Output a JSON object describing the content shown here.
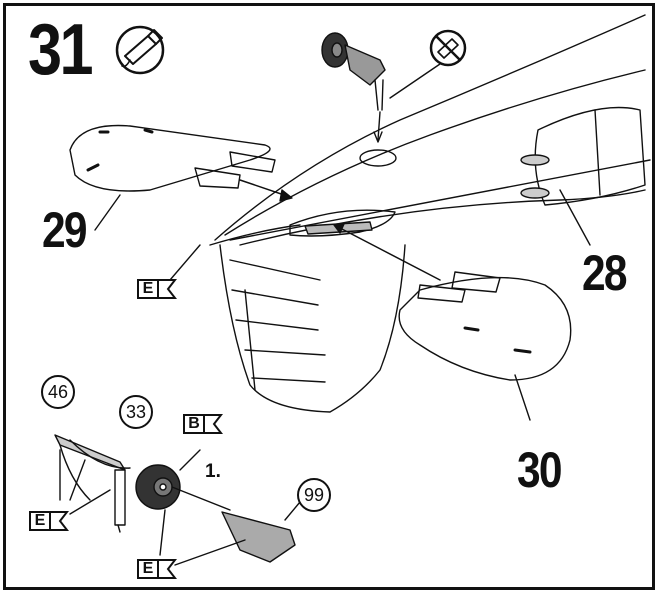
{
  "step": {
    "number": "31"
  },
  "parts": {
    "p29": "29",
    "p28": "28",
    "p30": "30",
    "p46": "46",
    "p33": "33",
    "p99": "99"
  },
  "sub_step": "1.",
  "flags": {
    "e": "E",
    "b": "B"
  },
  "icons": [
    "glue-icon",
    "no-glue-icon"
  ]
}
